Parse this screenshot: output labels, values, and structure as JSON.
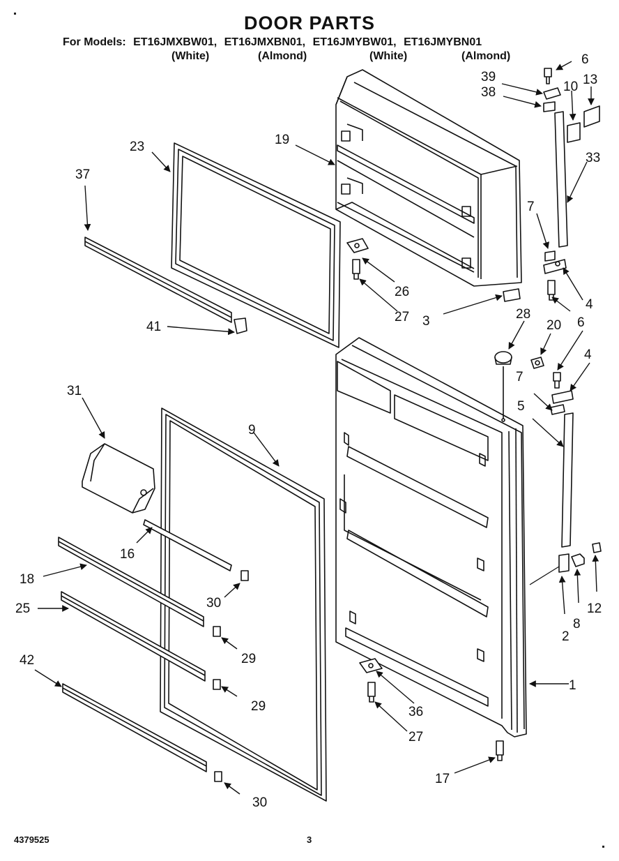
{
  "header": {
    "title": "DOOR PARTS",
    "models_label": "For Models:",
    "models": [
      "ET16JMXBW01,",
      "ET16JMXBN01,",
      "ET16JMYBW01,",
      "ET16JMYBN01"
    ],
    "variants": [
      "(White)",
      "(Almond)",
      "(White)",
      "(Almond)"
    ]
  },
  "footer": {
    "doc_number": "4379525",
    "page_number": "3"
  },
  "callouts": {
    "c1": "1",
    "c2": "2",
    "c3": "3",
    "c4a": "4",
    "c4b": "4",
    "c5": "5",
    "c6a": "6",
    "c6b": "6",
    "c7a": "7",
    "c7b": "7",
    "c8": "8",
    "c9": "9",
    "c10": "10",
    "c12": "12",
    "c13": "13",
    "c16": "16",
    "c17": "17",
    "c18": "18",
    "c19": "19",
    "c20": "20",
    "c23": "23",
    "c25": "25",
    "c26": "26",
    "c27a": "27",
    "c27b": "27",
    "c28": "28",
    "c29a": "29",
    "c29b": "29",
    "c30a": "30",
    "c30b": "30",
    "c31": "31",
    "c33": "33",
    "c36": "36",
    "c37": "37",
    "c38": "38",
    "c39": "39",
    "c41": "41",
    "c42": "42"
  }
}
